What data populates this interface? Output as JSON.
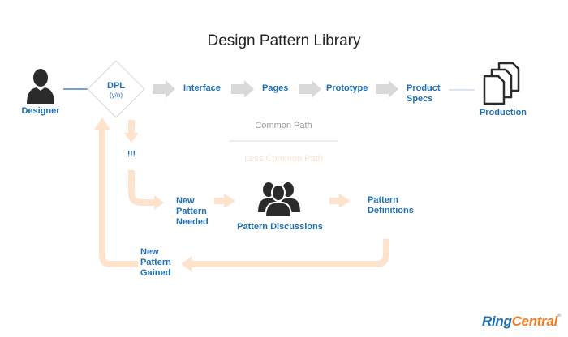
{
  "title": "Design Pattern Library",
  "nodes": {
    "designer": "Designer",
    "dpl": "DPL",
    "dpl_sub": "(y/n)",
    "interface": "Interface",
    "pages": "Pages",
    "prototype": "Prototype",
    "product_specs_1": "Product",
    "product_specs_2": "Specs",
    "production": "Production",
    "alert": "!!!",
    "new_needed_1": "New",
    "new_needed_2": "Pattern",
    "new_needed_3": "Needed",
    "discussions": "Pattern Discussions",
    "definitions_1": "Pattern",
    "definitions_2": "Definitions",
    "gained_1": "New",
    "gained_2": "Pattern",
    "gained_3": "Gained"
  },
  "legend": {
    "common": "Common Path",
    "less_common": "Less Common Path"
  },
  "icons": {
    "designer": "person-icon",
    "production": "documents-icon",
    "discussions": "group-icon"
  },
  "colors": {
    "label_blue": "#1f6fb2",
    "common_arrow": "#d9d9d9",
    "less_common_arrow": "#fde2cc",
    "icon_dark": "#2b2b2b"
  },
  "brand": {
    "ring": "Ring",
    "central": "Central",
    "reg": "®"
  }
}
